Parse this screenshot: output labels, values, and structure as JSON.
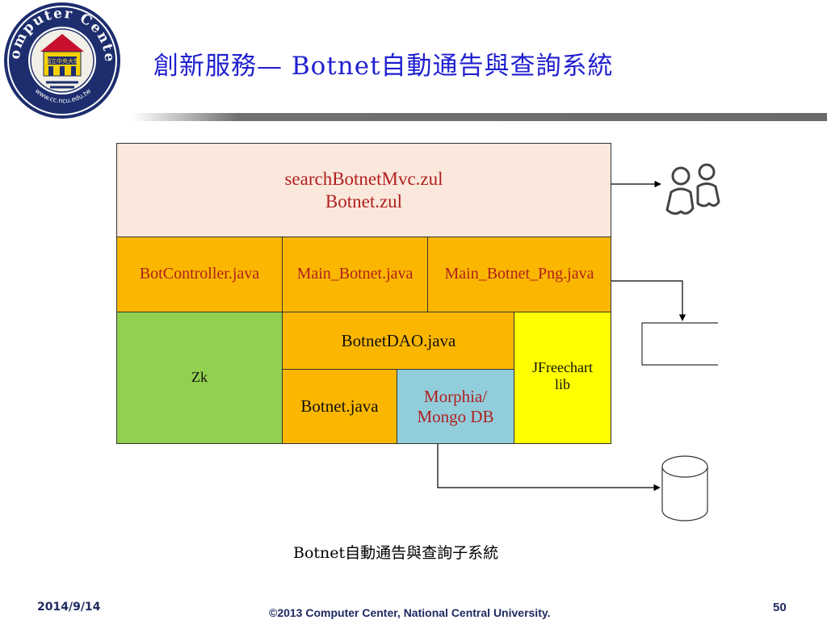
{
  "slide": {
    "title": "創新服務— Botnet自動通告與查詢系統",
    "caption": "Botnet自動通告與查詢子系統"
  },
  "logo": {
    "ring_text": "Computer Center",
    "url_text": "www.cc.ncu.edu.tw",
    "inner_text": "國立中央大學"
  },
  "diagram": {
    "view_block": "searchBotnetMvc.zul\nBotnet.zul",
    "controllers": [
      "BotController.java",
      "Main_Botnet.java",
      "Main_Botnet_Png.java"
    ],
    "zk": "Zk",
    "dao": "BotnetDAO.java",
    "model": "Botnet.java",
    "morphia": "Morphia/\nMongo DB",
    "jfreechart": "JFreechart\nlib",
    "icons": [
      "users-icon",
      "image-file-icon",
      "database-icon"
    ]
  },
  "footer": {
    "date": "2014/9/14",
    "copyright": "©2013 Computer Center, National Central University.",
    "page": "50"
  },
  "colors": {
    "title": "#1f1fd0",
    "view_bg": "#fae8dc",
    "controller_bg": "#fbb700",
    "zk_bg": "#92d050",
    "morphia_bg": "#92cddc",
    "jfreechart_bg": "#ffff00",
    "block_text_red": "#b0201f",
    "footer_text": "#1f2a60"
  }
}
